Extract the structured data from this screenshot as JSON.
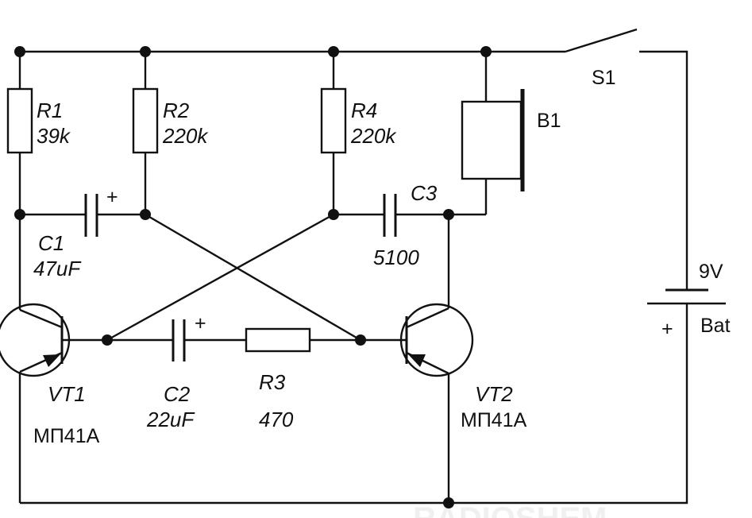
{
  "diagram": {
    "colors": {
      "ink": "#111111",
      "background": "#ffffff"
    },
    "components": {
      "r1": {
        "ref": "R1",
        "value": "39k"
      },
      "r2": {
        "ref": "R2",
        "value": "220k"
      },
      "r3": {
        "ref": "R3",
        "value": "470"
      },
      "r4": {
        "ref": "R4",
        "value": "220k"
      },
      "c1": {
        "ref": "C1",
        "value": "47uF",
        "polarity": "+"
      },
      "c2": {
        "ref": "C2",
        "value": "22uF",
        "polarity": "+"
      },
      "c3": {
        "ref": "C3",
        "value": "5100"
      },
      "vt1": {
        "ref": "VT1",
        "part": "МП41А"
      },
      "vt2": {
        "ref": "VT2",
        "part": "МП41А"
      },
      "b1": {
        "ref": "B1"
      },
      "s1": {
        "ref": "S1"
      },
      "bat": {
        "ref": "Bat",
        "voltage": "9V",
        "polarity": "+"
      }
    }
  }
}
